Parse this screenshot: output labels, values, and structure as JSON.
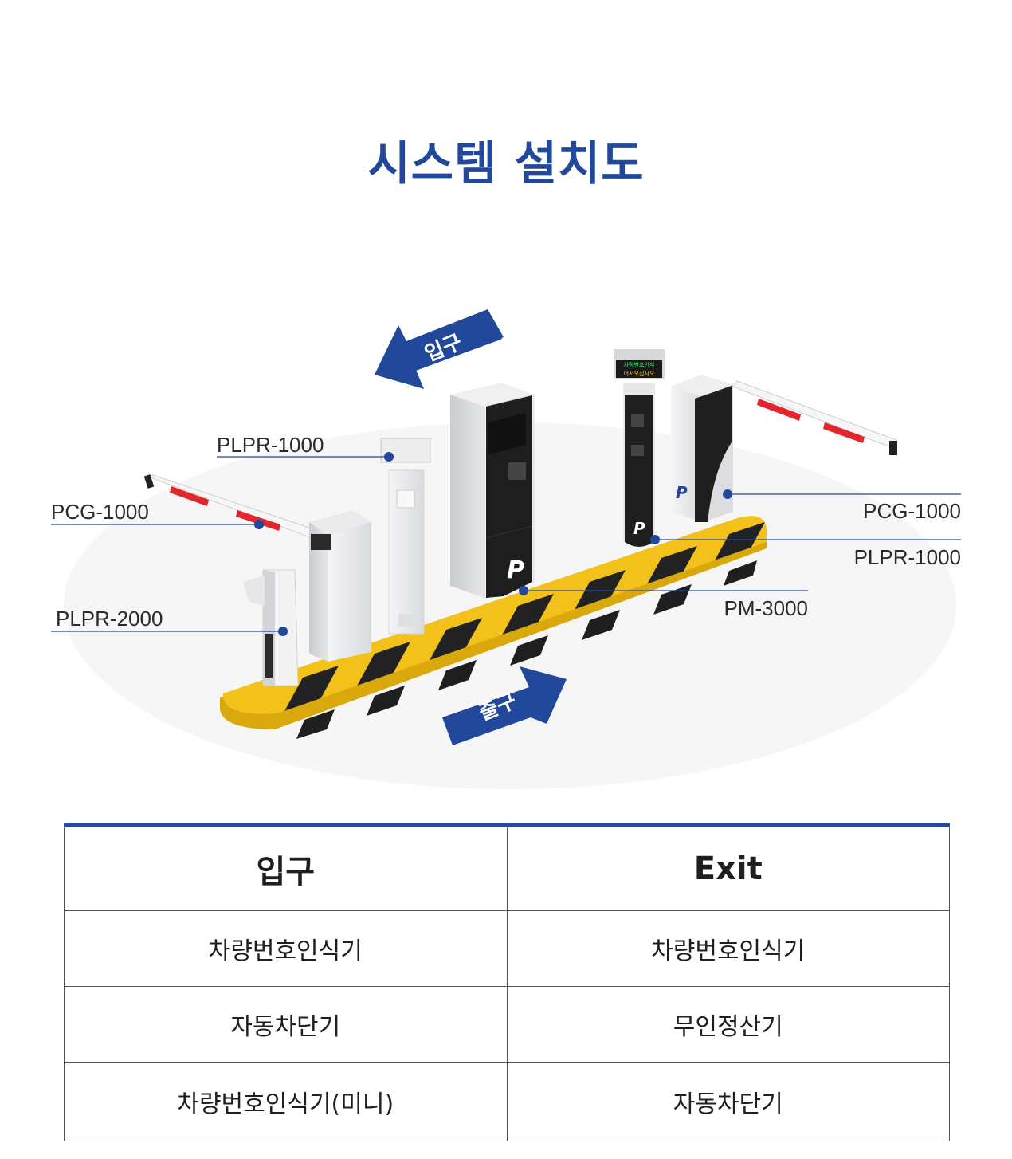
{
  "page": {
    "title": "시스템 설치도"
  },
  "diagram": {
    "entry_arrow_label": "입구",
    "exit_arrow_label": "출구",
    "display_line1": "차량번호인식",
    "display_line2": "어서오십시오",
    "callouts": {
      "plpr_1000_left": "PLPR-1000",
      "pcg_1000_left": "PCG-1000",
      "plpr_2000": "PLPR-2000",
      "pcg_1000_right": "PCG-1000",
      "plpr_1000_right": "PLPR-1000",
      "pm_3000": "PM-3000"
    },
    "colors": {
      "accent": "#22489b",
      "platform": "#f2c21a",
      "stripe": "#222222",
      "boom_red": "#e2262c"
    }
  },
  "table": {
    "headers": [
      "입구",
      "Exit"
    ],
    "rows": [
      [
        "차량번호인식기",
        "차량번호인식기"
      ],
      [
        "자동차단기",
        "무인정산기"
      ],
      [
        "차량번호인식기(미니)",
        "자동차단기"
      ]
    ]
  }
}
